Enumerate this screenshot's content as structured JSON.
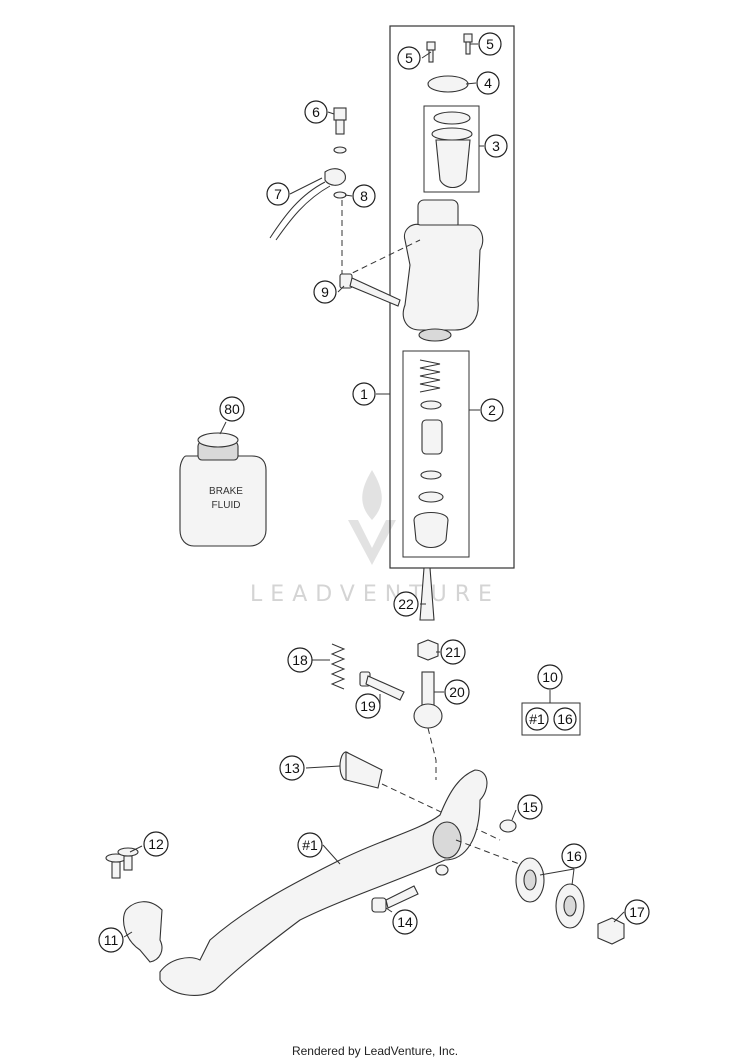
{
  "watermark": "LEADVENTURE",
  "footer": "Rendered by LeadVenture, Inc.",
  "brake_fluid_label": [
    "BRAKE",
    "FLUID"
  ],
  "callouts": {
    "c1": "1",
    "c2": "2",
    "c3": "3",
    "c4": "4",
    "c5a": "5",
    "c5b": "5",
    "c6": "6",
    "c7": "7",
    "c8": "8",
    "c9": "9",
    "c10": "10",
    "c10_sub1": "#1",
    "c10_sub2": "16",
    "c11": "11",
    "c12": "12",
    "c13": "13",
    "c14": "14",
    "c15": "15",
    "c16": "16",
    "c17": "17",
    "c18": "18",
    "c19": "19",
    "c20": "20",
    "c21": "21",
    "c22": "22",
    "c80": "80",
    "cpedal": "#1"
  }
}
